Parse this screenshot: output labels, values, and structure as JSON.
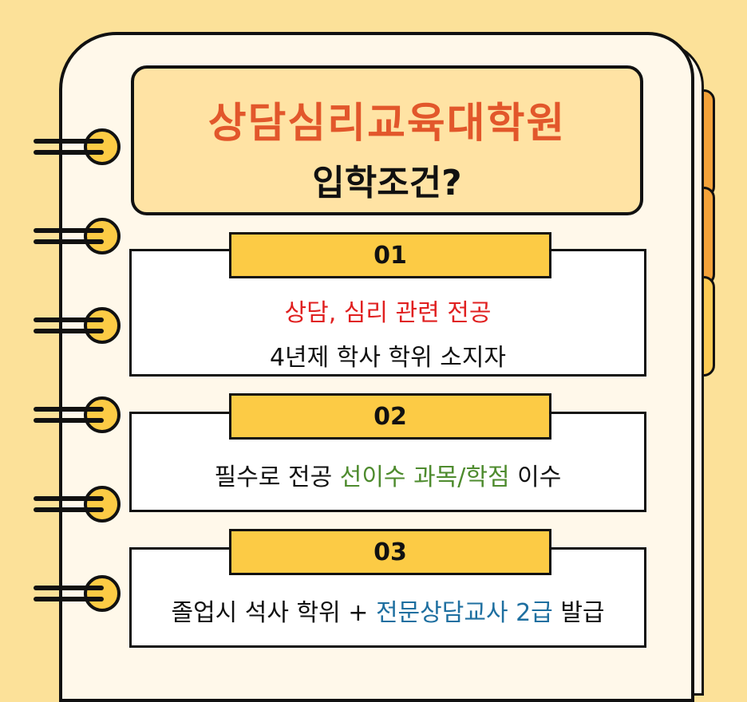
{
  "header": {
    "title": "상담심리교육대학원",
    "subtitle": "입학조건?"
  },
  "colors": {
    "background": "#FCE199",
    "title_red": "#E2572B",
    "number_tag": "#FCCB45",
    "highlight_red": "#E02020",
    "highlight_green": "#4E8B2E",
    "highlight_blue": "#1E6FA0"
  },
  "items": [
    {
      "number": "01",
      "line1": "상담, 심리 관련 전공",
      "line2": "4년제 학사 학위 소지자"
    },
    {
      "number": "02",
      "text_before": "필수로 전공 ",
      "text_highlight": "선이수 과목/학점",
      "text_after": " 이수"
    },
    {
      "number": "03",
      "text_before": "졸업시 석사 학위 + ",
      "text_highlight": "전문상담교사 2급",
      "text_after": " 발급"
    }
  ],
  "icons": [
    "spiral-ring-icon",
    "notebook-tab-icon"
  ]
}
